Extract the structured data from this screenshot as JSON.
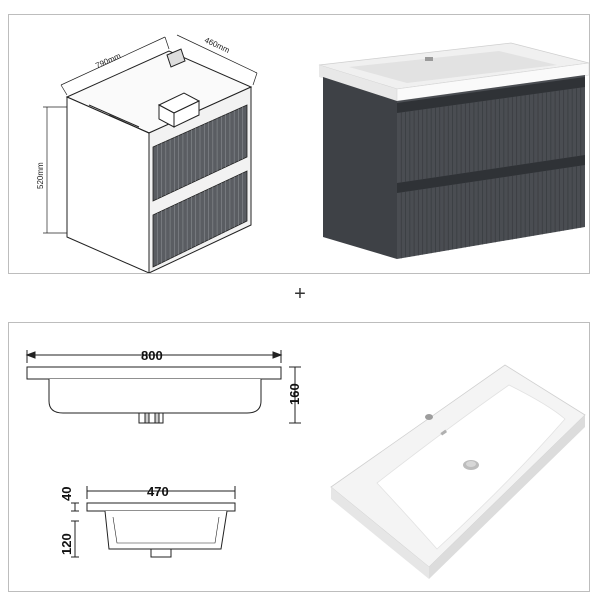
{
  "cabinet_dimensions": {
    "width": "790mm",
    "depth": "460mm",
    "height": "520mm"
  },
  "separator": "+",
  "basin_dimensions": {
    "width": "800",
    "height": "160",
    "depth": "470",
    "rim": "40",
    "bowl": "120"
  },
  "colors": {
    "cabinet": "#4a4d52",
    "cabinet_dark": "#2f3236",
    "basin": "#f3f3f3",
    "panel_border": "#bdbdbd"
  }
}
